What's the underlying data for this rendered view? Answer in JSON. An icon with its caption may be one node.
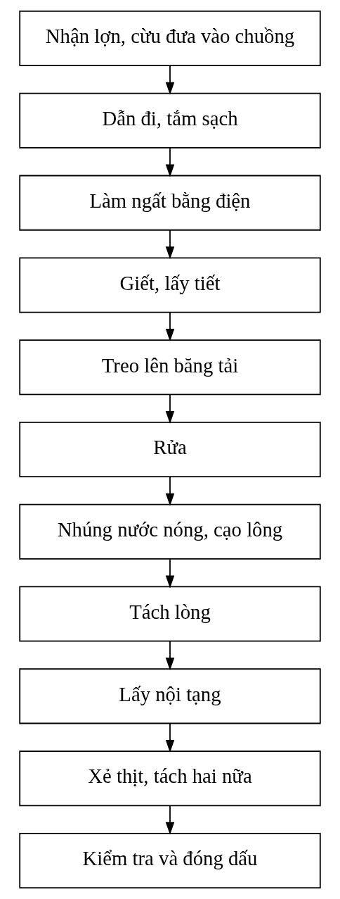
{
  "diagram": {
    "nodes": [
      {
        "text": [
          "Nhận lợn, cừu đưa vào chuồng"
        ]
      },
      {
        "text": [
          "Dẫn đi, tắm sạch"
        ]
      },
      {
        "text": [
          "Làm ngất bằng điện"
        ]
      },
      {
        "text": [
          "Giết, lấy tiết"
        ]
      },
      {
        "text": [
          "Treo lên băng tải"
        ]
      },
      {
        "text": [
          "Rửa"
        ]
      },
      {
        "text": [
          "Nhúng nước nóng, cạo lông"
        ]
      },
      {
        "text": [
          "Tách lòng"
        ]
      },
      {
        "text": [
          "Lấy nội tạng"
        ]
      },
      {
        "text": [
          "Xẻ thịt, tách hai nữa"
        ]
      },
      {
        "text": [
          "Kiểm tra và đóng dấu"
        ]
      }
    ],
    "edges": [
      {
        "from": 0,
        "to": 1,
        "arrow": "to"
      },
      {
        "from": 1,
        "to": 2,
        "arrow": "to"
      },
      {
        "from": 2,
        "to": 3,
        "arrow": "to"
      },
      {
        "from": 3,
        "to": 4,
        "arrow": "to"
      },
      {
        "from": 4,
        "to": 5,
        "arrow": "to"
      },
      {
        "from": 5,
        "to": 6,
        "arrow": "to"
      },
      {
        "from": 6,
        "to": 7,
        "arrow": "to"
      },
      {
        "from": 7,
        "to": 8,
        "arrow": "to"
      },
      {
        "from": 8,
        "to": 9,
        "arrow": "to"
      },
      {
        "from": 9,
        "to": 10,
        "arrow": "to"
      }
    ]
  }
}
